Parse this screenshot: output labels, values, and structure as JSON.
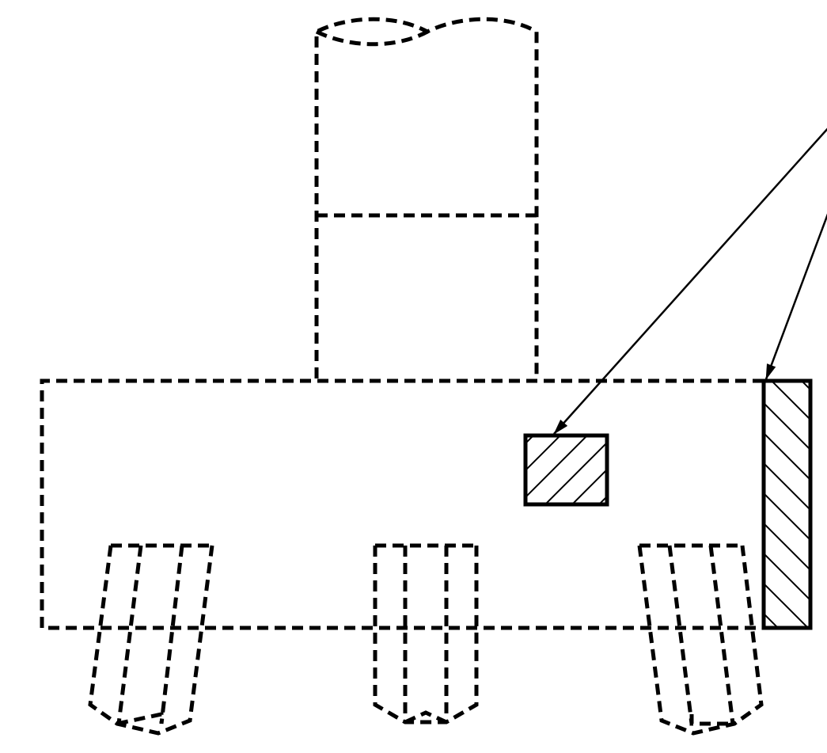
{
  "diagram": {
    "background": "#ffffff",
    "line_color": "#000000",
    "components": [
      "shaft",
      "shaft-collar",
      "base-block",
      "drill-left",
      "drill-middle",
      "drill-right",
      "hatched-section-small",
      "hatched-section-tall",
      "leader-arrow-to-small-section",
      "leader-arrow-to-tall-section"
    ]
  }
}
